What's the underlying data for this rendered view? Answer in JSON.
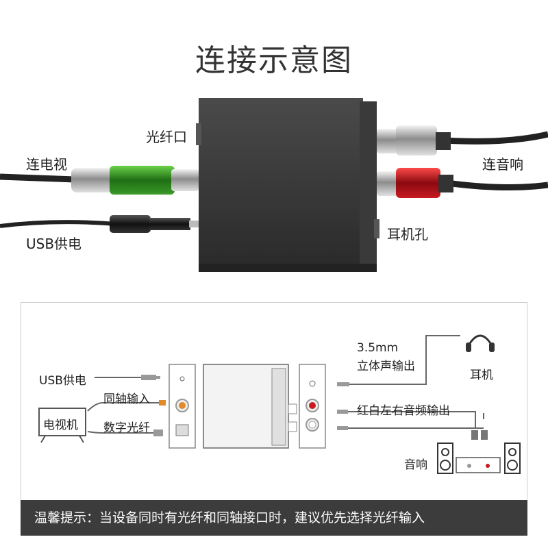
{
  "title": "连接示意图",
  "photo_labels": {
    "optical_port": "光纤口",
    "to_tv": "连电视",
    "usb_power": "USB供电",
    "to_speaker": "连音响",
    "headphone_jack": "耳机孔"
  },
  "diagram": {
    "usb_power": "USB供电",
    "tv": "电视机",
    "coax_input": "同轴输入",
    "digital_optical": "数字光纤",
    "stereo_out_line1": "3.5mm",
    "stereo_out_line2": "立体声输出",
    "headphones": "耳机",
    "rca_output": "红白左右音频输出",
    "speakers": "音响"
  },
  "footer": "温馨提示：当设备同时有光纤和同轴接口时，建议优先选择光纤输入",
  "colors": {
    "footer_bg": "#3c3c3c",
    "green_connector": "#2f8a1f",
    "red_connector": "#b0141a",
    "coax_orange": "#e08a2a"
  }
}
